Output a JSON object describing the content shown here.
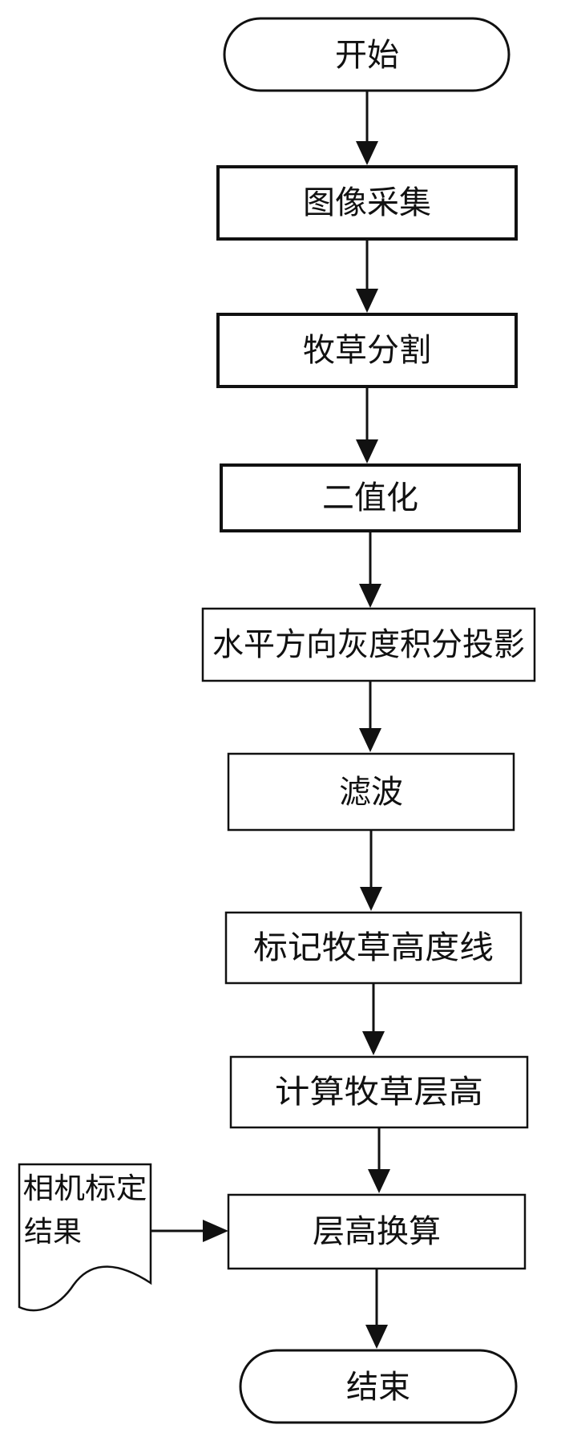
{
  "nodes": {
    "start": "开始",
    "image_capture": "图像采集",
    "segmentation": "牧草分割",
    "binarization": "二值化",
    "projection": "水平方向灰度积分投影",
    "filtering": "滤波",
    "mark_height_line": "标记牧草高度线",
    "compute_layer_height": "计算牧草层高",
    "height_conversion": "层高换算",
    "end": "结束"
  },
  "calibration_doc": {
    "line1": "相机标定",
    "line2": "结果"
  }
}
